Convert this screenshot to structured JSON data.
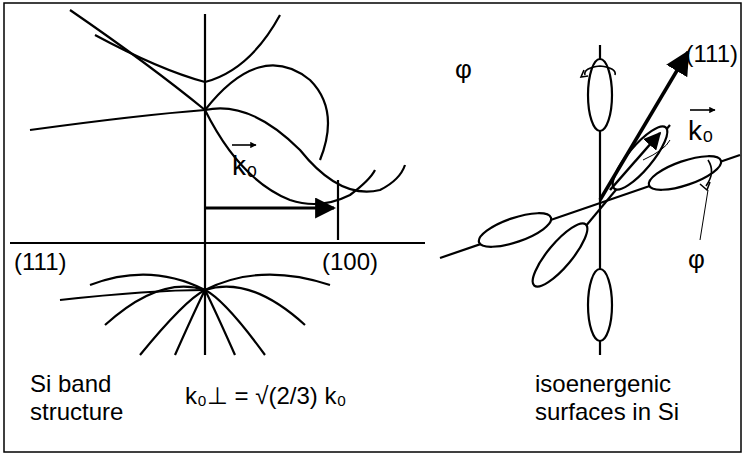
{
  "diagram": {
    "labels": [
      "(111)",
      "(100)",
      "k₀",
      "Si band structure",
      "k₀⊥ = √(2/3) k₀",
      "isoenergenic surfaces in Si",
      "(111)",
      "k₀",
      "φ",
      "φ"
    ]
  }
}
